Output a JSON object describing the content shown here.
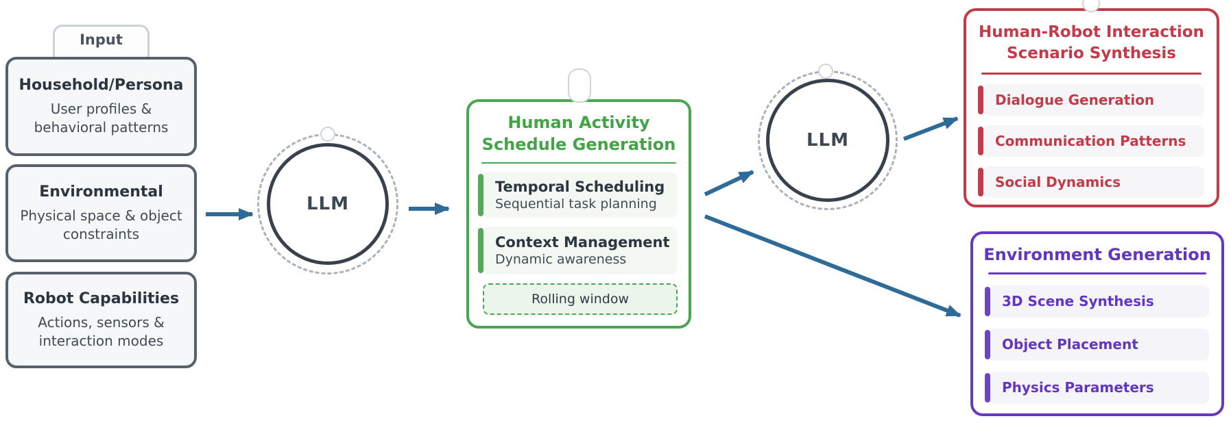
{
  "diagram": {
    "input_group": {
      "tab_label": "Input",
      "boxes": [
        {
          "title": "Household/Persona",
          "body": "User profiles & behavioral patterns"
        },
        {
          "title": "Environmental",
          "body": "Physical space & object constraints"
        },
        {
          "title": "Robot Capabilities",
          "body": "Actions, sensors & interaction modes"
        }
      ]
    },
    "llm_nodes": [
      {
        "label": "LLM"
      },
      {
        "label": "LLM"
      }
    ],
    "schedule_box": {
      "title_line1": "Human Activity",
      "title_line2": "Schedule Generation",
      "items": [
        {
          "title": "Temporal Scheduling",
          "subtitle": "Sequential task planning"
        },
        {
          "title": "Context Management",
          "subtitle": "Dynamic awareness"
        }
      ],
      "note": "Rolling window"
    },
    "hri_box": {
      "title_line1": "Human-Robot Interaction",
      "title_line2": "Scenario Synthesis",
      "items": [
        "Dialogue Generation",
        "Communication Patterns",
        "Social Dynamics"
      ]
    },
    "environment_box": {
      "title": "Environment Generation",
      "items": [
        "3D Scene Synthesis",
        "Object Placement",
        "Physics Parameters"
      ]
    },
    "colors": {
      "slate_border": "#57616c",
      "green_accent": "#4aa64e",
      "red_accent": "#c23b49",
      "purple_accent": "#6638c0",
      "arrow_blue": "#2f6b99"
    }
  }
}
